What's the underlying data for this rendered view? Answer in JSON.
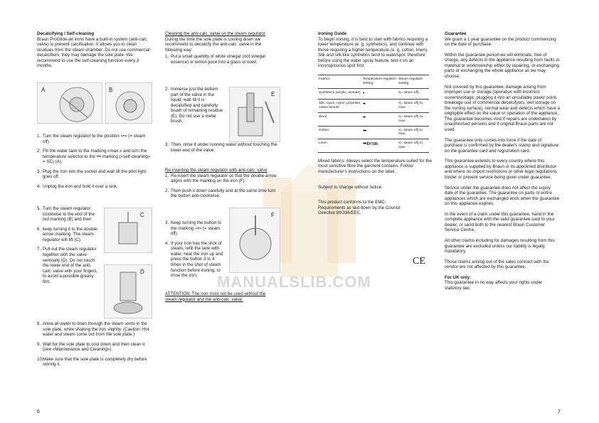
{
  "left": {
    "heading": "Decalcifying / Self-cleaning",
    "intro": "Braun ProGlide-jet irons have a built-in system (anti-calc. valve) to prevent calcification. It allows you to clean residues from the steam chamber. Do not use commercial decalcifiers; they may damage the sole plate. We recommend to use the self-cleaning function every 3 months.",
    "fig_a_label": "A",
    "fig_b_label": "B",
    "steps": [
      {
        "n": "1.",
        "t": "Turn the steam regulator to the position «•» (= steam off)."
      },
      {
        "n": "2.",
        "t": "Fill the water tank to the marking «max.» and turn the temperature selector to the ••• marking («self-cleaning» = SC) (A)."
      },
      {
        "n": "3.",
        "t": "Plug the iron into the socket and wait till the pilot light goes off."
      },
      {
        "n": "4.",
        "t": "Unplug the iron and hold it over a sink."
      },
      {
        "n": "5.",
        "t": "Turn the steam regulator clockwise to the end of the red marking (B) and then"
      },
      {
        "n": "6.",
        "t": "keep turning it to the double-arrow marking. The steam regulator will lift (C)."
      },
      {
        "n": "7.",
        "t": "Pull out the steam regulator together with the valve vertically (D). Do not touch the lower end of the anti-calc. valve with your fingers, to avoid a possible greasy film."
      },
      {
        "n": "8.",
        "t": "Allow all water to drain through the steam vents in the sole plate, while shaking the iron slightly. (Caution: Hot water and steam come out from the sole plate.)"
      },
      {
        "n": "9.",
        "t": "Wait for the sole plate to cool down and then clean it (see «Maintenance and Cleaning»)."
      },
      {
        "n": "10.",
        "t": "Make sure that the sole plate is completely dry before storing it."
      }
    ],
    "fig_c_label": "C",
    "fig_d_label": "D",
    "page_number": "6"
  },
  "mid": {
    "heading": "Cleaning the anti-calc. valve on the steam regulator",
    "intro": "During the time the sole plate is cooling down we recommend to decalcify the anti-calc. valve in the following way:",
    "steps": [
      {
        "n": "1.",
        "t": "Put a small quantity of white vinegar (not vinegar essence) or lemon juice into a glass or bowl."
      },
      {
        "n": "2.",
        "t": "Immerse just the bottom part of the valve in the liquid, wait till it is decalcified and carefully brush of remaining residue (E). Do not use a metal brush."
      },
      {
        "n": "3.",
        "t": "Then, rinse it under running water without touching the lower end of the valve."
      }
    ],
    "fig_e_label": "E",
    "heading2": "Re-inserting the steam regulator with anti-calc. valve",
    "steps2": [
      {
        "n": "1.",
        "t": "Re-insert the steam regulator so that the double-arrow aligns with the marking on the iron (F)."
      },
      {
        "n": "2.",
        "t": "Then push it down carefully and at the same time turn the button anti-clockwise."
      },
      {
        "n": "3.",
        "t": "Keep turning the button to the marking «•» (= steam off)."
      },
      {
        "n": "4.",
        "t": "If your iron has the shot of steam, refill the tank with water, heat the iron up and press the button 3 to 4 times in the shot of steam function before ironing, to rinse the iron."
      }
    ],
    "fig_f_label": "F",
    "attention": "ATTENTION: The iron must not be used without the steam regulator and the anti-calc. valve."
  },
  "guide": {
    "heading": "Ironing Guide",
    "intro": "To begin ironing, it is best to start with fabrics requiring a lower temperature (e. g. synthetics), and continue with those requiring a higher temperature (e. g. cotton, linen). Silk and silk-like synthetics tend to waterspot, therefore before using the water spray feature, test it on an inconspicuous spot first.",
    "table": {
      "headers": [
        "Fabrics",
        "Temperature regulator setting",
        "Steam regulator setting"
      ],
      "rows": [
        {
          "fabric": "Synthetics (acrylic, acetate)",
          "temp": "•",
          "steam": "•(= steam off)"
        },
        {
          "fabric": "Silk, rayon, nylon, polyester, cotton blends",
          "temp": "••",
          "steam": "•(= steam off) to max."
        },
        {
          "fabric": "Wool",
          "temp": "••",
          "steam": "•(= steam off) to max."
        },
        {
          "fabric": "Cotton",
          "temp": "•••",
          "steam": "•(= steam off) to max."
        },
        {
          "fabric": "Linen",
          "temp": "••• to max.",
          "steam": "•(= steam off) to max."
        }
      ]
    },
    "mixed": "Mixed fabrics: Always select the temperature suited for the most sensitive fibre the garment contains. Follow manufacturer's instructions on the label.",
    "subject": "Subject to change without notice.",
    "emc": "This product conforms to the EMC-Requirements as laid down by the Council Directive 89/336/EEC.",
    "ce": "CE"
  },
  "guarantee": {
    "heading": "Guarantee",
    "paras": [
      "We grant a 1 year guarantee on the product commencing on the date of purchase.",
      "Within the guarantee period we will eliminate, free of charge, any defects in the appliance resulting from faults in material or workmanship either by repairing, or exchanging parts or exchanging the whole appliance as we may choose.",
      "Not covered by this guarantee: damage arising from improper use or storage (operation with incorrect current/voltage, plugging it into an unsuitable power point, breakage use of commercial decalcifyers, wet storage on the ironing surface), normal wear and defects which have a negligible effect on the value or operation of the appliance. The guarantee becomes void if repairs are undertaken by unauthorised persons and if original Braun parts are not used.",
      "The guarantee only comes into force if the date of purchase is confirmed by the dealer's stamp and signature on the guarantee card and registration card.",
      "This guarantee extends to every country where this appliance is supplied by Braun or its appointed distributor and where no import restrictions or other legal regulations hinder or prevent service being given under guarantee.",
      "Service under the guarantee does not affect the expiry date of the guarantee. The guarantee on parts or entire appliances which are exchanged ends when the guarantee on this appliance expires.",
      "In the event of a claim under this guarantee, hand in the complete appliance with the valid guarantee card to your dealer, or send both to the nearest Braun Customer Service Centre.",
      "All other claims including for damages resulting from this guarantee are excluded unless our liability is legally mandatory.",
      "Those claims arising out of the sales contract with the vendor are not affected by this guarantee."
    ],
    "uk_heading": "For UK only:",
    "uk_text": "This guarantee in no way affects your rights under statutory law.",
    "page_number": "7"
  },
  "watermark": "MANUALSLIB.COM"
}
